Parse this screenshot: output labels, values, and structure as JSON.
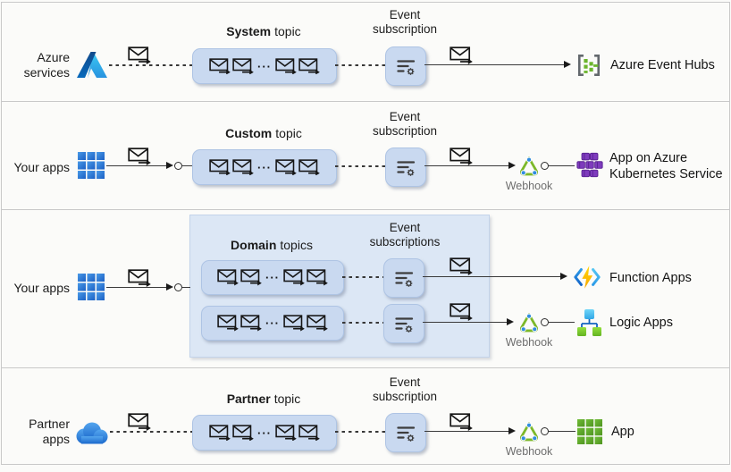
{
  "dots": "···",
  "colors": {
    "background": "#fbfbf9",
    "topic_box": "#c9d9f0",
    "domain_container": "#dce7f5",
    "line": "#3a3a3a",
    "webhook_green": "#7cb829",
    "webhook_dot_blue": "#2f8ce0",
    "event_hubs_green": "#6cb52d",
    "kubernetes_purple": "#7e3bbd",
    "azure_blue_dark": "#114a8b",
    "azure_blue_light": "#3ccbf4"
  },
  "rows": [
    {
      "source": "Azure\nservices",
      "topic_bold": "System",
      "topic_rest": "topic",
      "subscription_label": "Event subscription",
      "target": "Azure Event Hubs"
    },
    {
      "source": "Your apps",
      "topic_bold": "Custom",
      "topic_rest": "topic",
      "subscription_label": "Event subscription",
      "webhook_label": "Webhook",
      "target": "App on Azure\nKubernetes Service"
    },
    {
      "source": "Your apps",
      "topic_bold": "Domain",
      "topic_rest": "topics",
      "subscription_label": "Event subscriptions",
      "webhook_label": "Webhook",
      "target_1": "Function Apps",
      "target_2": "Logic Apps"
    },
    {
      "source": "Partner\napps",
      "topic_bold": "Partner",
      "topic_rest": "topic",
      "subscription_label": "Event subscription",
      "webhook_label": "Webhook",
      "target": "App"
    }
  ],
  "icons": {
    "azure_logo": "azure-logo-icon",
    "apps_grid": "apps-grid-icon",
    "partner_cloud": "cloud-icon",
    "message": "message-envelope-icon",
    "event_subscription": "event-subscription-filter-icon",
    "webhook": "webhook-icon",
    "event_hubs": "event-hubs-icon",
    "function_apps": "function-apps-icon",
    "logic_apps": "logic-apps-icon",
    "kubernetes": "kubernetes-icon",
    "app_grid": "app-grid-icon"
  }
}
